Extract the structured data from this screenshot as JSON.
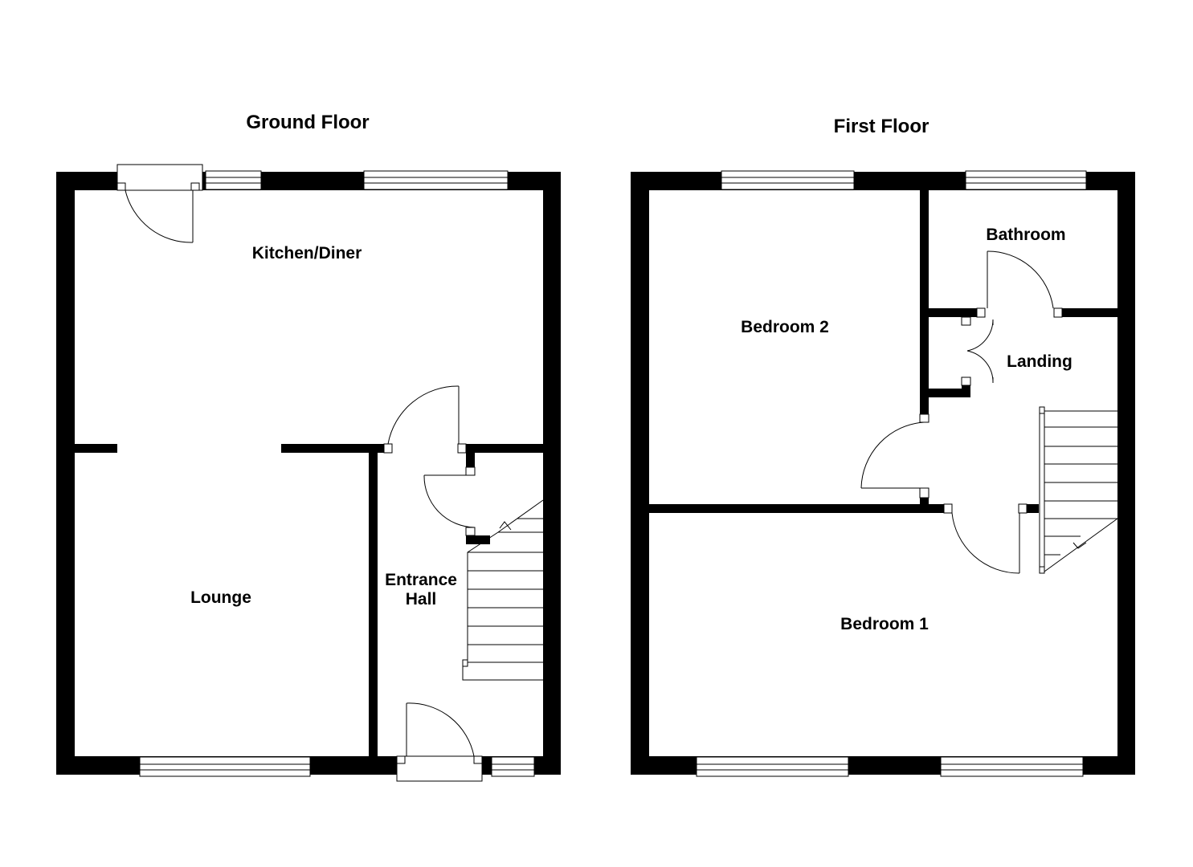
{
  "ground_floor": {
    "title": "Ground Floor",
    "rooms": {
      "kitchen_diner": "Kitchen/Diner",
      "lounge": "Lounge",
      "entrance_hall_line1": "Entrance",
      "entrance_hall_line2": "Hall"
    }
  },
  "first_floor": {
    "title": "First Floor",
    "rooms": {
      "bathroom": "Bathroom",
      "bedroom_2": "Bedroom 2",
      "landing": "Landing",
      "bedroom_1": "Bedroom 1"
    }
  },
  "colors": {
    "wall": "#000000",
    "background": "#ffffff"
  }
}
